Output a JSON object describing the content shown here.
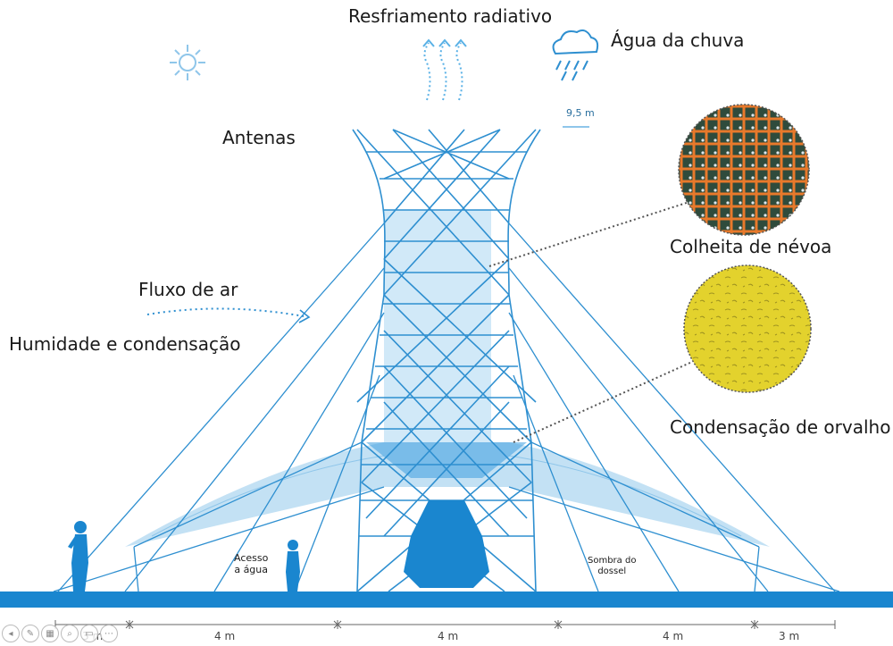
{
  "labels": {
    "radiative_cooling": "Resfriamento radiativo",
    "rain_water": "Água da chuva",
    "antennas": "Antenas",
    "air_flow": "Fluxo de ar",
    "humidity": "Humidade e condensação",
    "fog_harvest": "Colheita de névoa",
    "dew": "Condensação de orvalho",
    "water_access_line1": "Acesso",
    "water_access_line2": "a água",
    "canopy_shade_line1": "Sombra do",
    "canopy_shade_line2": "dossel",
    "height_measure": "9,5 m"
  },
  "dimensions": [
    "3 m",
    "4 m",
    "4 m",
    "4 m",
    "3 m"
  ],
  "icons": [
    "sun-icon",
    "heat-rising-icon",
    "rain-cloud-icon",
    "person-icon"
  ],
  "colors": {
    "structure": "#2e8fd0",
    "ground": "#1a86cf",
    "fog_net": "#e8792b",
    "dew_surface": "#e6d62e",
    "canopy": "#b9dcf2"
  }
}
